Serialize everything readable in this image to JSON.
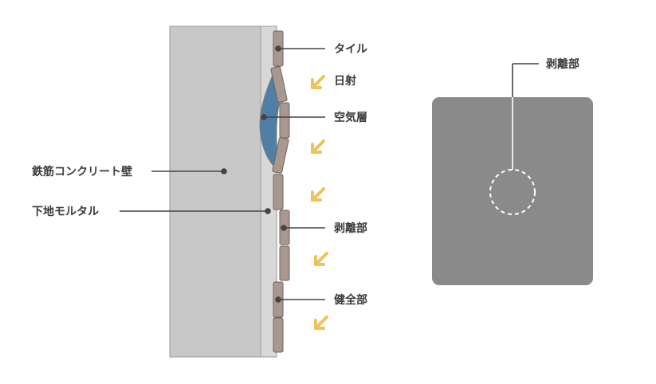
{
  "labels": {
    "tile": "タイル",
    "sunlight": "日射",
    "air_layer": "空気層",
    "rc_wall": "鉄筋コンクリート壁",
    "base_mortar": "下地モルタル",
    "delaminated": "剥離部",
    "sound_part": "健全部",
    "panel_delaminated": "剥離部"
  },
  "colors": {
    "wall": "#c8c8c8",
    "mortar": "#dadada",
    "tile": "#a8988f",
    "air_layer": "#4f7fa6",
    "arrow": "#f0c25a",
    "panel": "#8a8a8a",
    "leader": "#444444"
  },
  "icons": {
    "sun_arrow": "arrow-down-left-icon"
  }
}
